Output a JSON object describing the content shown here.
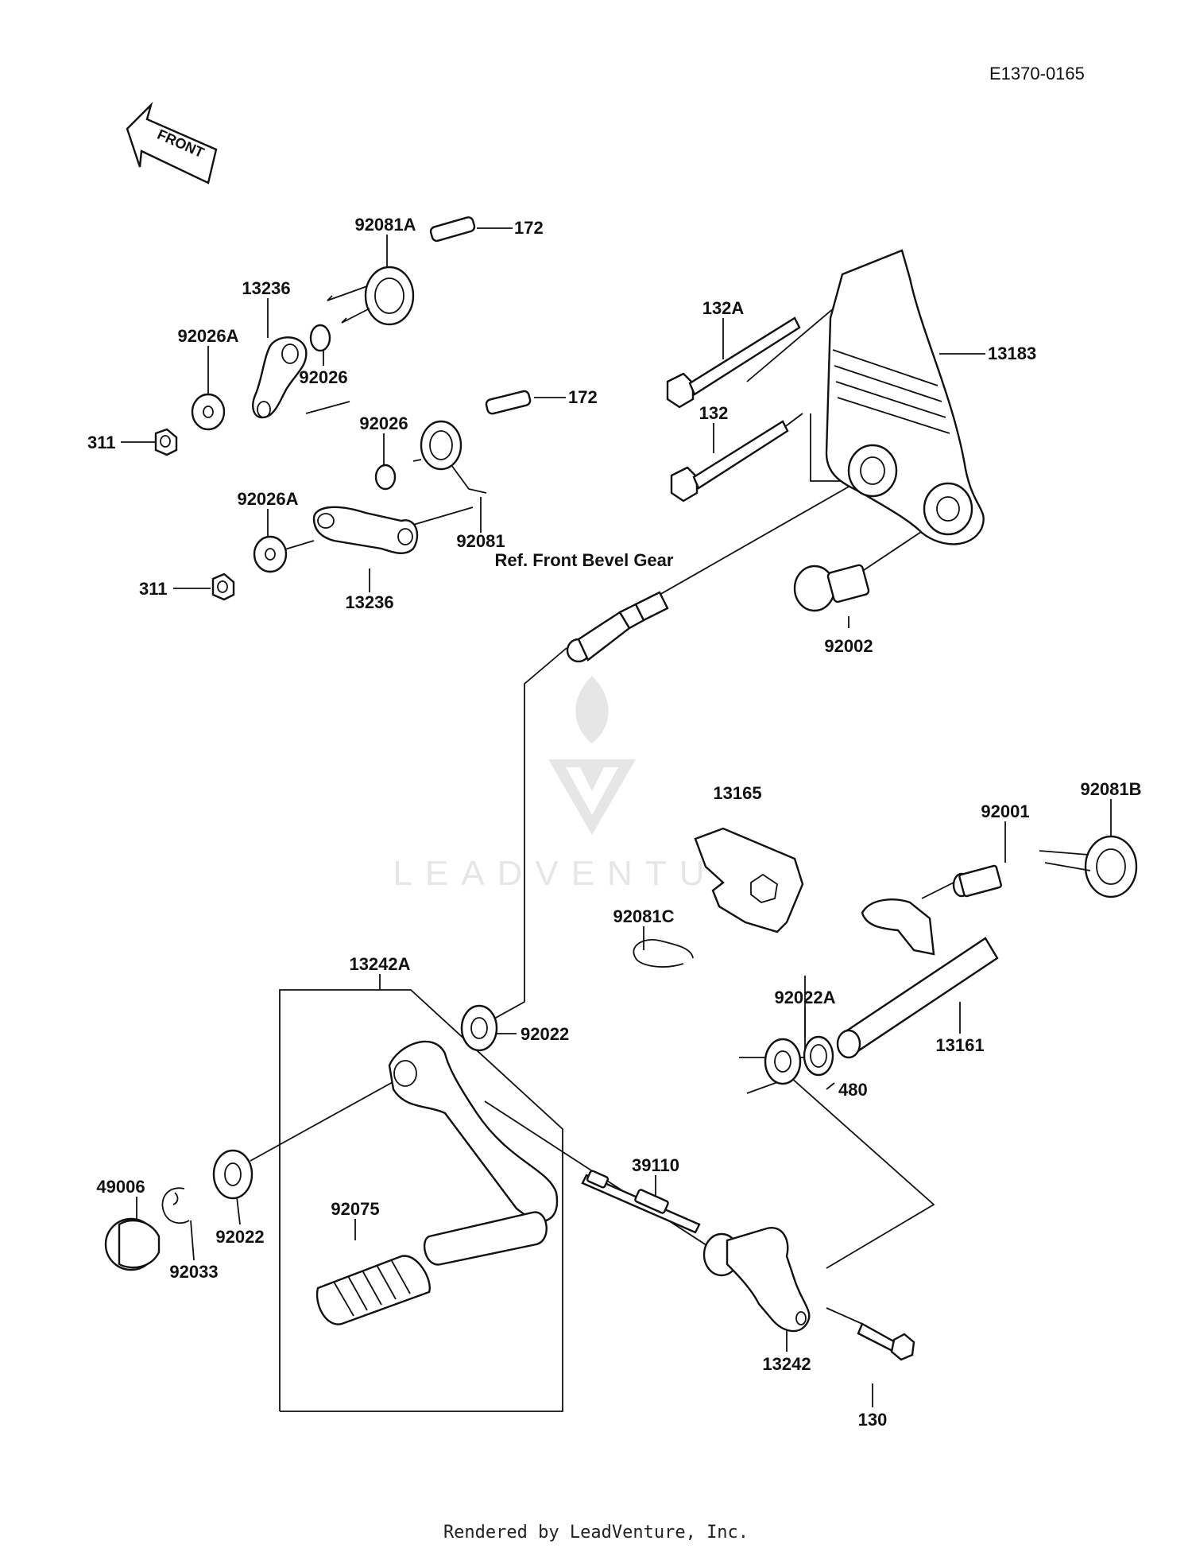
{
  "header": {
    "diagram_code": "E1370-0165"
  },
  "direction_badge": {
    "label": "FRONT"
  },
  "watermark": {
    "text": "LEADVENTURE"
  },
  "reference_note": "Ref. Front Bevel Gear",
  "callouts": [
    {
      "id": "c-92081A-top",
      "text": "92081A"
    },
    {
      "id": "c-172-top",
      "text": "172"
    },
    {
      "id": "c-13236-top",
      "text": "13236"
    },
    {
      "id": "c-92026A-top",
      "text": "92026A"
    },
    {
      "id": "c-92026-top",
      "text": "92026"
    },
    {
      "id": "c-311-top",
      "text": "311"
    },
    {
      "id": "c-92026-mid",
      "text": "92026"
    },
    {
      "id": "c-172-mid",
      "text": "172"
    },
    {
      "id": "c-92026A-mid",
      "text": "92026A"
    },
    {
      "id": "c-92081-mid",
      "text": "92081"
    },
    {
      "id": "c-311-mid",
      "text": "311"
    },
    {
      "id": "c-13236-mid",
      "text": "13236"
    },
    {
      "id": "c-132A",
      "text": "132A"
    },
    {
      "id": "c-13183",
      "text": "13183"
    },
    {
      "id": "c-132",
      "text": "132"
    },
    {
      "id": "c-92002",
      "text": "92002"
    },
    {
      "id": "c-13165",
      "text": "13165"
    },
    {
      "id": "c-92081B",
      "text": "92081B"
    },
    {
      "id": "c-92001",
      "text": "92001"
    },
    {
      "id": "c-92081C",
      "text": "92081C"
    },
    {
      "id": "c-13242A",
      "text": "13242A"
    },
    {
      "id": "c-92022-top",
      "text": "92022"
    },
    {
      "id": "c-92022A",
      "text": "92022A"
    },
    {
      "id": "c-13161",
      "text": "13161"
    },
    {
      "id": "c-480",
      "text": "480"
    },
    {
      "id": "c-49006",
      "text": "49006"
    },
    {
      "id": "c-92075",
      "text": "92075"
    },
    {
      "id": "c-39110",
      "text": "39110"
    },
    {
      "id": "c-92022-bot",
      "text": "92022"
    },
    {
      "id": "c-92033",
      "text": "92033"
    },
    {
      "id": "c-13242",
      "text": "13242"
    },
    {
      "id": "c-130",
      "text": "130"
    }
  ],
  "footer": {
    "text": "Rendered by LeadVenture, Inc."
  }
}
